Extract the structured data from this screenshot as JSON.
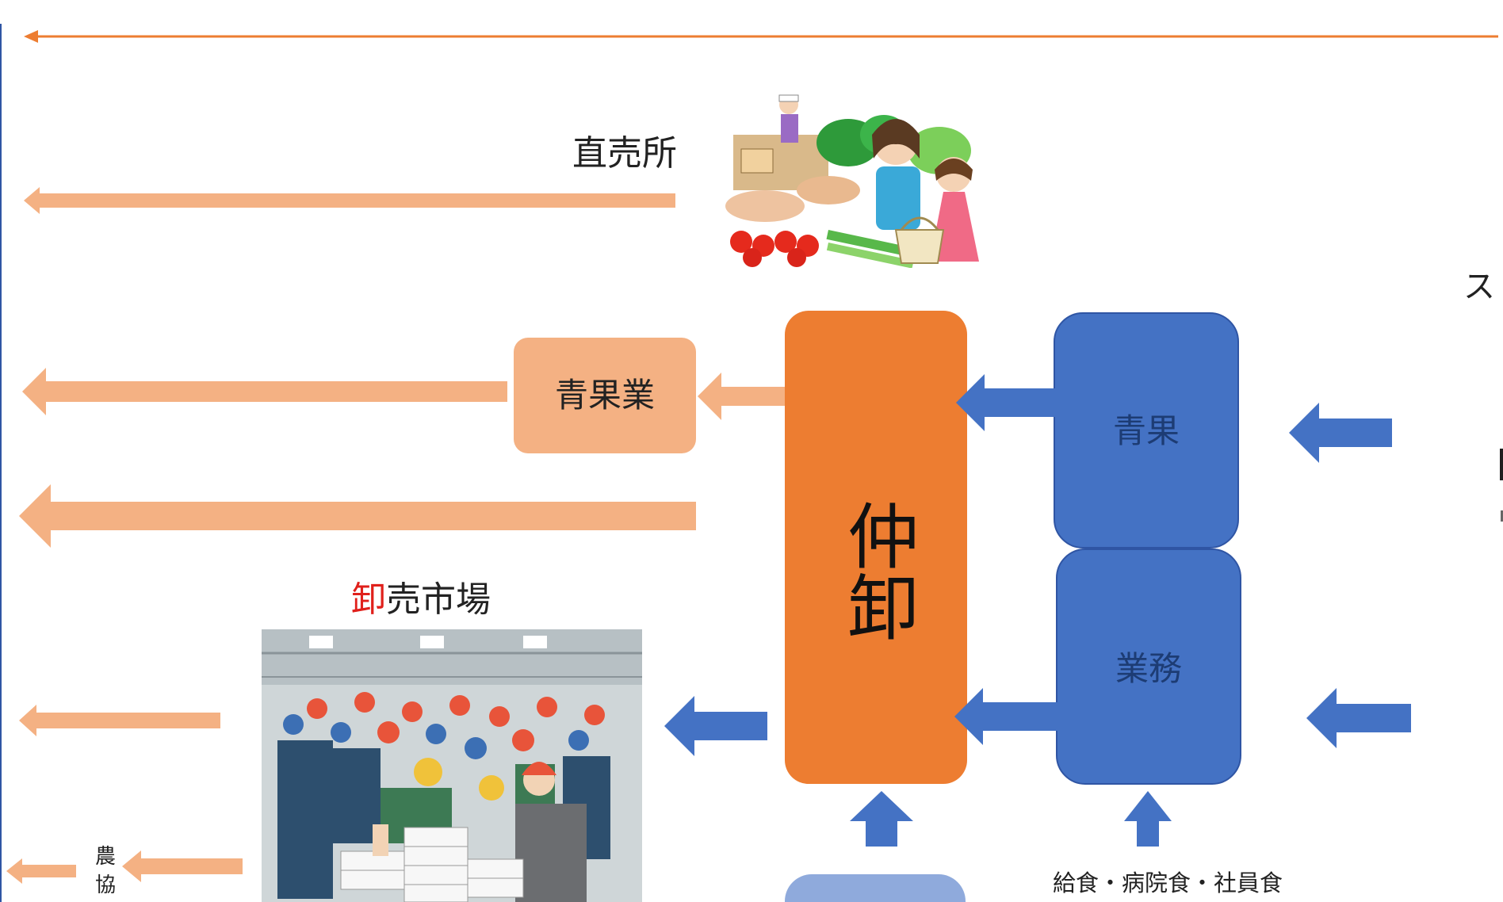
{
  "colors": {
    "orange": "#ED7D31",
    "light_orange": "#F4B183",
    "blue": "#4472C4",
    "light_blue": "#8FAADC",
    "left_border": "#2F55A4",
    "red_text": "#E0201B"
  },
  "labels": {
    "direct_store": "直売所",
    "grocer": "青果業",
    "nakaoroshi": "仲卸",
    "produce": "青果",
    "business": "業務",
    "market_red": "卸",
    "market_rest": "売市場",
    "coop_1": "農",
    "coop_2": "協",
    "catering": "給食・病院食・社員食",
    "right_edge": "ス"
  },
  "images": {
    "direct_store": "farmers-market-illustration",
    "market": "wholesale-market-auction-illustration"
  }
}
